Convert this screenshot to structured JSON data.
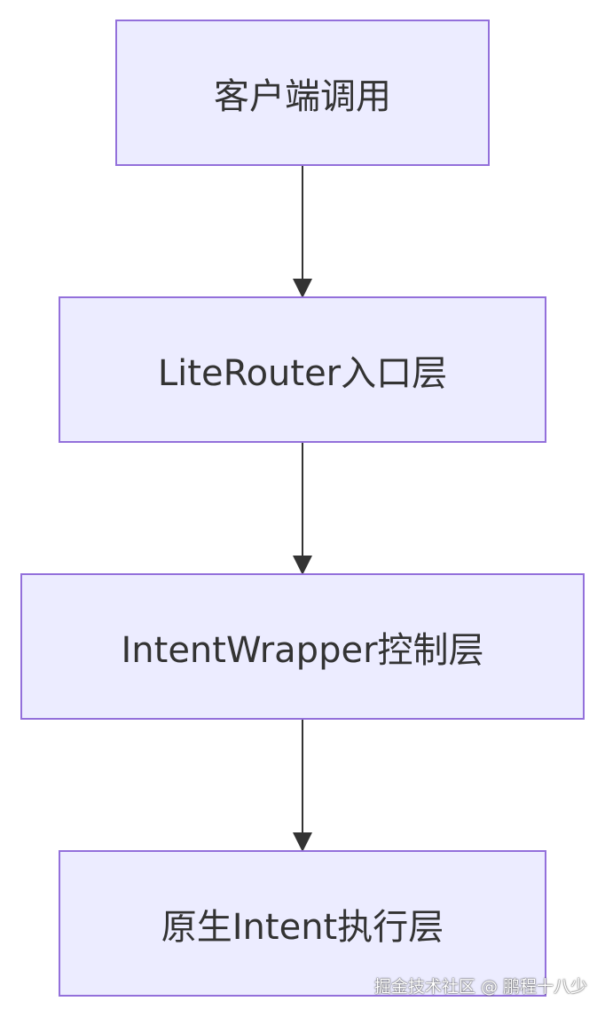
{
  "diagram": {
    "nodes": [
      {
        "id": "client",
        "label": "客户端调用"
      },
      {
        "id": "entry",
        "label": "LiteRouter入口层"
      },
      {
        "id": "control",
        "label": "IntentWrapper控制层"
      },
      {
        "id": "exec",
        "label": "原生Intent执行层"
      }
    ],
    "edges": [
      {
        "from": "client",
        "to": "entry"
      },
      {
        "from": "entry",
        "to": "control"
      },
      {
        "from": "control",
        "to": "exec"
      }
    ],
    "colors": {
      "node_fill": "#ececff",
      "node_border": "#9370db",
      "edge": "#333333",
      "text": "#333333"
    }
  },
  "watermark": "掘金技术社区 @ 鹏程十八少"
}
